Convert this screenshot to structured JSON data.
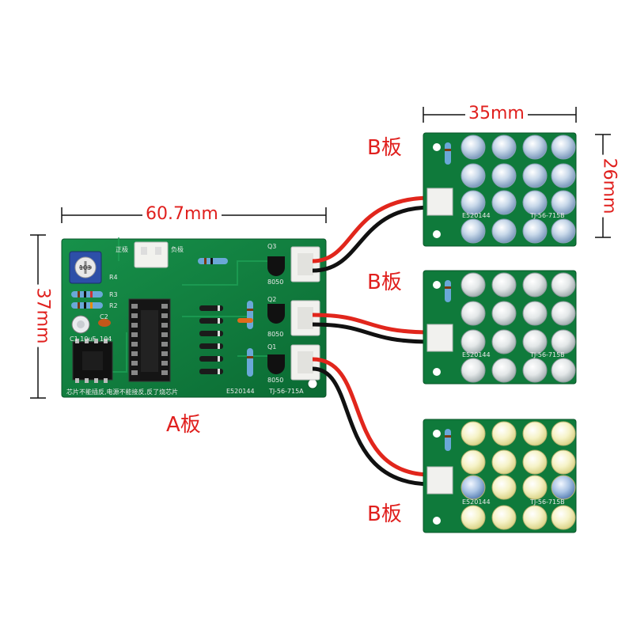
{
  "dimensions": {
    "board_a_width": "60.7mm",
    "board_a_height": "37mm",
    "board_b_width": "35mm",
    "board_b_height": "26mm"
  },
  "labels": {
    "board_a": "A板",
    "board_b_top": "B板",
    "board_b_middle": "B板",
    "board_b_bottom": "B板"
  },
  "board_a_silkscreen": {
    "warning": "芯片不能插反,电源不能接反,反了烧芯片",
    "model": "E520144",
    "part": "TJ-56-715A",
    "positive": "正极",
    "negative": "负极",
    "q1": "Q1",
    "q2": "Q2",
    "q3": "Q3",
    "t1": "8050",
    "t2": "8050",
    "t3": "8050",
    "r2": "R2",
    "r3": "R3",
    "r4": "R4",
    "c1": "C1 10uF",
    "c2": "C2",
    "c104": "104",
    "pot": "103"
  },
  "board_b_silkscreen": {
    "model": "E520144",
    "part": "TJ-56-715B"
  },
  "colors": {
    "pcb": "#0e7a3a",
    "pcb_dark": "#0a5f2c",
    "wire_red": "#e1261c",
    "wire_black": "#111111",
    "dimension_red": "#e0201e"
  }
}
